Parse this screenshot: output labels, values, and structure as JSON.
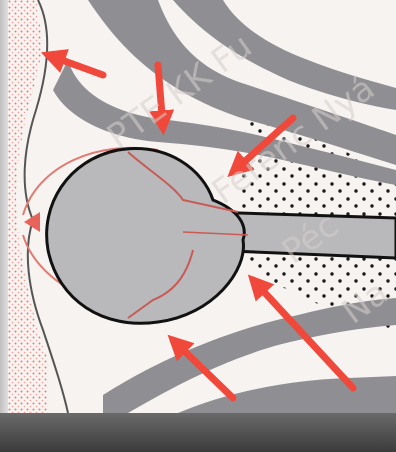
{
  "watermark": {
    "lines": [
      "PTE KK Fu",
      "Ferenc Nyá",
      "Péc",
      "Na"
    ]
  },
  "colors": {
    "background": "#f7f3f0",
    "bone_gray": "#8f8f93",
    "globe_gray": "#b9b9bc",
    "outline": "#111111",
    "arrow_red": "#f0483a",
    "tissue_red": "#f3b8b0",
    "watermark_gray": "#d6d0cc"
  },
  "arrows": [
    {
      "name": "arrow-eyelid-upper"
    },
    {
      "name": "arrow-orbit-roof"
    },
    {
      "name": "arrow-orbit-upper-lateral"
    },
    {
      "name": "arrow-orbit-lower-lateral"
    },
    {
      "name": "arrow-orbit-floor"
    }
  ]
}
